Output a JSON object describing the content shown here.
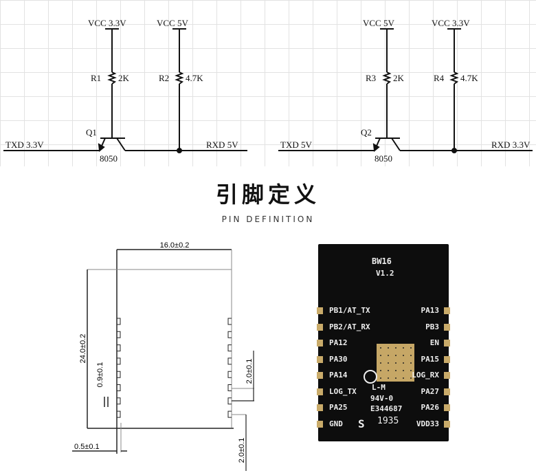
{
  "schematic": {
    "circuits": [
      {
        "vcc_left": "VCC  3.3V",
        "vcc_right": "VCC  5V",
        "r_left_name": "R1",
        "r_left_value": "2K",
        "r_right_name": "R2",
        "r_right_value": "4.7K",
        "q_name": "Q1",
        "q_part": "8050",
        "input": "TXD  3.3V",
        "output": "RXD  5V"
      },
      {
        "vcc_left": "VCC  5V",
        "vcc_right": "VCC  3.3V",
        "r_left_name": "R3",
        "r_left_value": "2K",
        "r_right_name": "R4",
        "r_right_value": "4.7K",
        "q_name": "Q2",
        "q_part": "8050",
        "input": "TXD  5V",
        "output": "RXD  3.3V"
      }
    ]
  },
  "heading": {
    "title_cn": "引脚定义",
    "title_en": "PIN DEFINITION"
  },
  "mechanical": {
    "width": "16.0±0.2",
    "height": "24.0±0.2",
    "pad_width": "0.9±0.1",
    "pad_pitch": "2.0±0.1",
    "edge_offset": "0.5±0.1",
    "bottom_offset": "2.0±0.1"
  },
  "chip": {
    "model": "BW16",
    "version": "V1.2",
    "left_pins": [
      "PB1/AT_TX",
      "PB2/AT_RX",
      "PA12",
      "PA30",
      "PA14",
      "LOG_TX",
      "PA25",
      "GND"
    ],
    "right_pins": [
      "PA13",
      "PB3",
      "EN",
      "PA15",
      "LOG_RX",
      "PA27",
      "PA26",
      "VDD33"
    ],
    "markings": [
      "L-M",
      "94V-0",
      "E344687",
      "1935"
    ]
  }
}
